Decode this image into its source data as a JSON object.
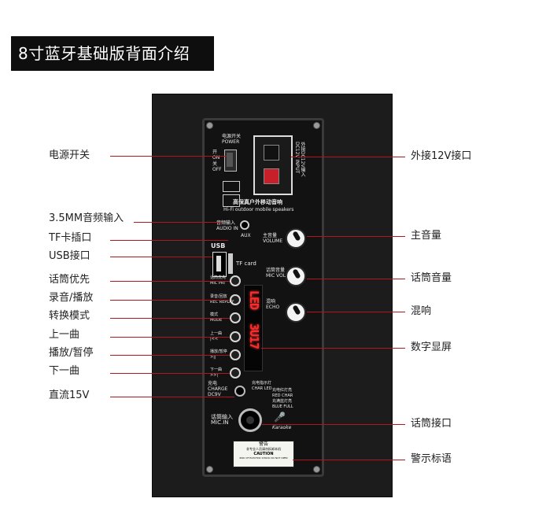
{
  "title": "8寸蓝牙基础版背面介绍",
  "labels_left": [
    "电源开关",
    "3.5MM音频输入",
    "TF卡插口",
    "USB接口",
    "话筒优先",
    "录音/播放",
    "转换模式",
    "上一曲",
    "播放/暂停",
    "下一曲",
    "直流15V"
  ],
  "labels_right": [
    "外接12V接口",
    "主音量",
    "话筒音量",
    "混响",
    "数字显屏",
    "话筒接口",
    "警示标语"
  ],
  "panel": {
    "power": "电源开关\nPOWER",
    "on": "开\nON",
    "off": "关\nOFF",
    "dc_in": "外接DC12V输入\nDC12V INPUT",
    "brand": "高保真户外移动音响",
    "brand_en": "Hi-Fi outdoor mobile speakers",
    "audio_in": "音频输入\nAUDIO IN",
    "aux": "AUX",
    "usb": "USB",
    "tf": "TF card",
    "volume": "主音量\nVOLUME",
    "mic_vol": "话筒音量\nMIC VOL",
    "echo": "混响\nECHO",
    "btn_labels": [
      "话筒优先\nMIC PRI",
      "录音/回放\nREC REPLAY",
      "模式\nMODE",
      "上一曲\n|<<",
      "播放/暂停\n>||",
      "下一曲\n>>|"
    ],
    "display_top": "LED",
    "display_bottom": "3U17",
    "charge": "充电\nCHARGE\nDC9V",
    "charge_led": "充电指示灯\nCHAR LED",
    "red": "充电红灯亮\nRED CHAR",
    "blue": "充满蓝灯亮\nBLUE FULL",
    "mic_in": "话筒输入\nMIC.IN",
    "karaoke": "Karaoke",
    "warning": "警告",
    "warning_cn": "非专业人员请勿拆卸本机",
    "caution": "CAUTION",
    "caution_en": "RISK OF ELECTRIC SHOCK  DO NOT OPEN"
  },
  "colors": {
    "accent_line": "#b01820",
    "title_bg": "#0e0e0e",
    "display_red": "#ff2a2a"
  }
}
